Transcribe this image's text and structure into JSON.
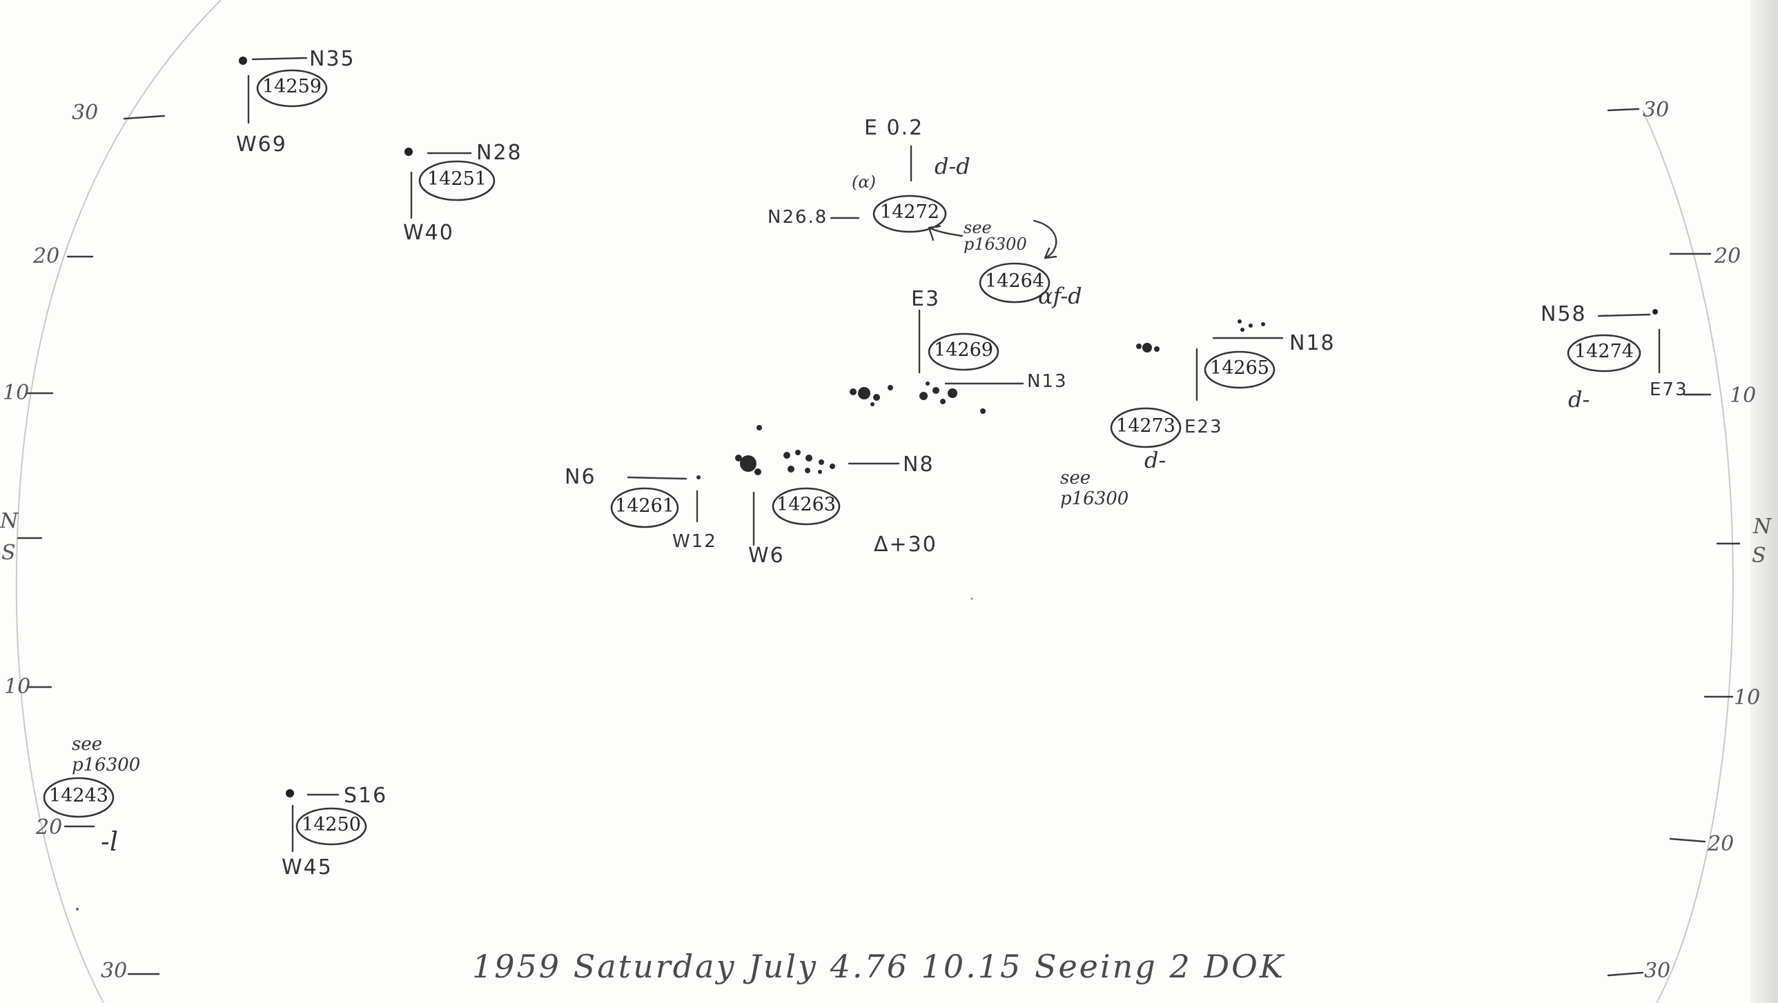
{
  "regions": [
    {
      "id": "14259",
      "coord_a": "N35",
      "coord_b": "W69"
    },
    {
      "id": "14251",
      "coord_a": "N28",
      "coord_b": "W40"
    },
    {
      "id": "14272",
      "coord_a": "E 0.2",
      "coord_b": "N26.8",
      "note": "(α)",
      "class": "d-d",
      "see": "see p16300"
    },
    {
      "id": "14264",
      "class": "αf-d"
    },
    {
      "id": "14269",
      "coord_a": "E3",
      "coord_b": "N13"
    },
    {
      "id": "14265",
      "coord_a": "N18"
    },
    {
      "id": "14273",
      "coord_a": "E23",
      "class": "d-",
      "see": "see p16300"
    },
    {
      "id": "14274",
      "coord_a": "N58",
      "coord_b": "E73",
      "class": "d-"
    },
    {
      "id": "14261",
      "coord_a": "N6",
      "coord_b": "W12"
    },
    {
      "id": "14263",
      "coord_a": "N8",
      "coord_b": "W6",
      "note": "Δ+30"
    },
    {
      "id": "14243",
      "class": "-l",
      "see": "see p16300"
    },
    {
      "id": "14250",
      "coord_a": "S16",
      "coord_b": "W45"
    }
  ],
  "rim_labels": {
    "left": [
      "30",
      "20",
      "10",
      "N",
      "S",
      "10",
      "20",
      "30"
    ],
    "right": [
      "30",
      "20",
      "10",
      "N",
      "S",
      "10",
      "20",
      "30"
    ]
  },
  "footer": "1959 Saturday July 4.76 10.15 Seeing 2 DOK"
}
